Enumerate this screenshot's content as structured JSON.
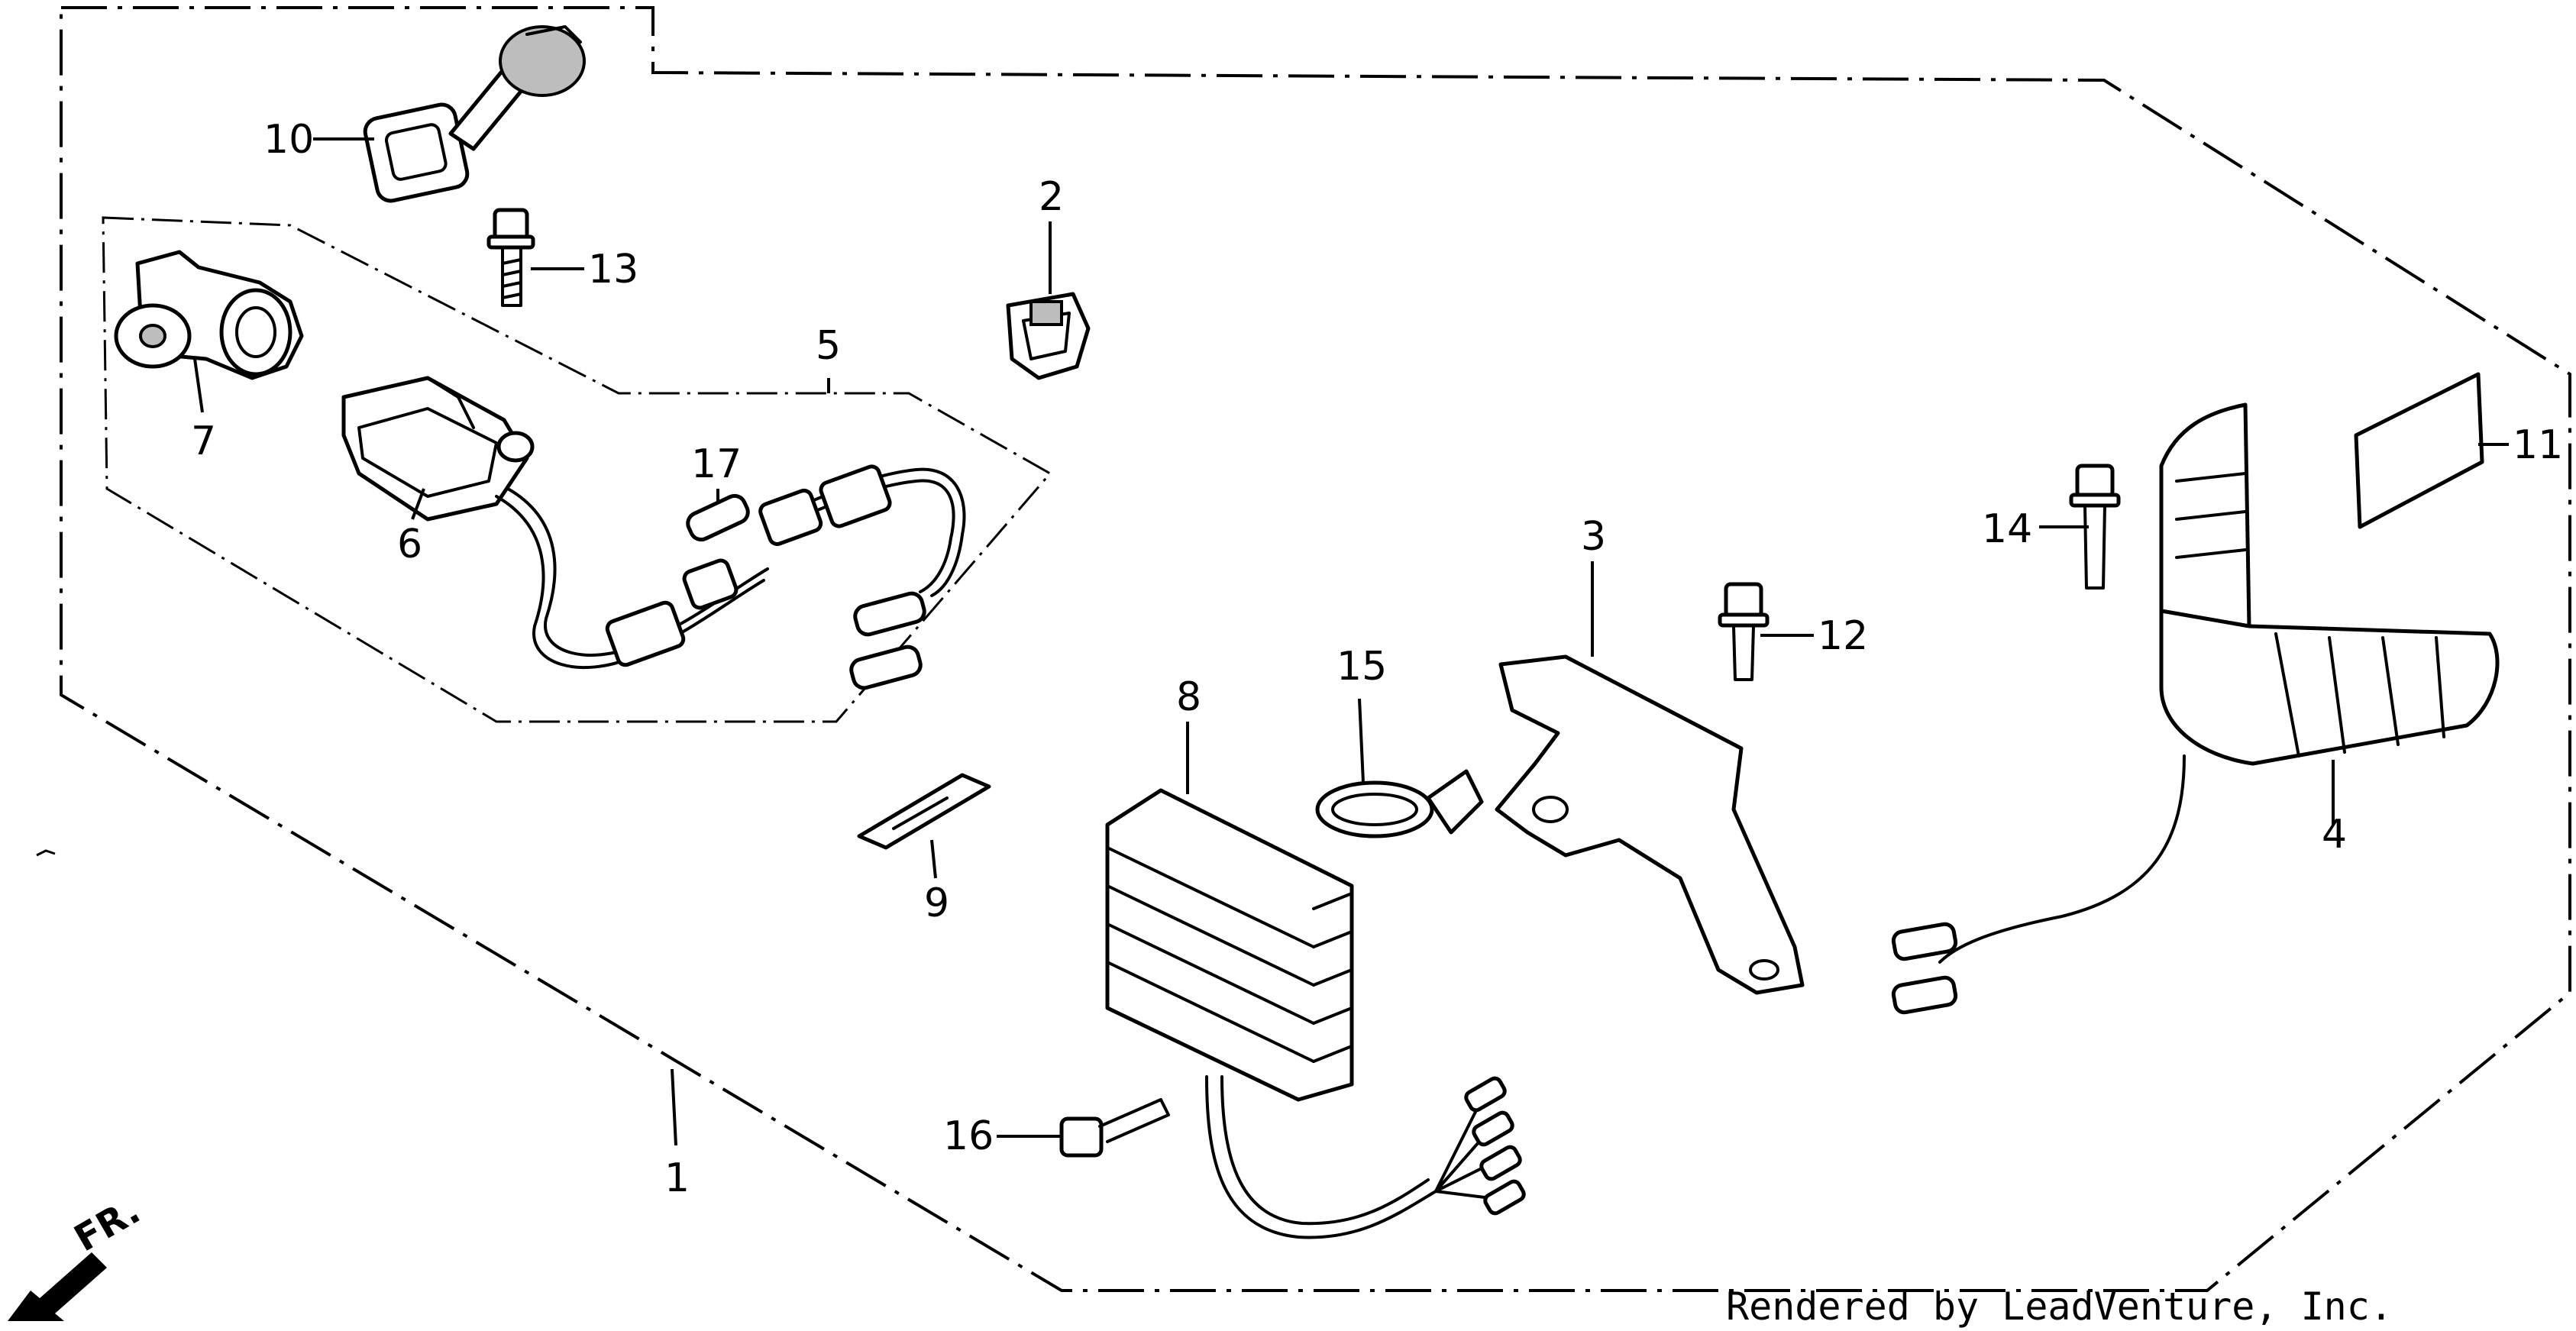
{
  "callouts": {
    "c1": "1",
    "c2": "2",
    "c3": "3",
    "c4": "4",
    "c5": "5",
    "c6": "6",
    "c7": "7",
    "c8": "8",
    "c9": "9",
    "c10": "10",
    "c11": "11",
    "c12": "12",
    "c13": "13",
    "c14": "14",
    "c15": "15",
    "c16": "16",
    "c17": "17"
  },
  "direction_label": "FR.",
  "credit": "Rendered by LeadVenture, Inc."
}
